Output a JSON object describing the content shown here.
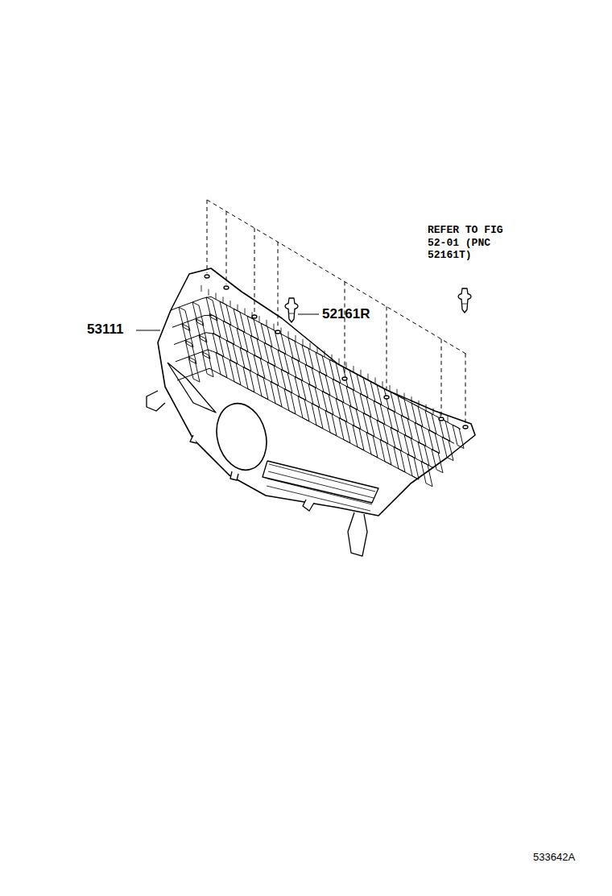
{
  "diagram": {
    "labels": [
      "53111",
      "52161R",
      "REFER TO FIG 52-01 (PNC 52161T)",
      "533642A"
    ]
  }
}
